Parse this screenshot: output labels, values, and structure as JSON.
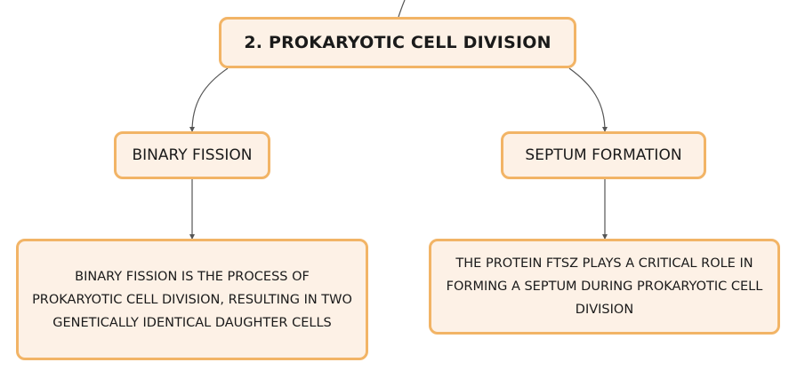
{
  "diagram": {
    "root": {
      "label": "2. PROKARYOTIC CELL DIVISION"
    },
    "branches": [
      {
        "label": "BINARY FISSION",
        "detail": "BINARY FISSION IS THE PROCESS OF PROKARYOTIC CELL DIVISION, RESULTING IN TWO GENETICALLY IDENTICAL DAUGHTER CELLS"
      },
      {
        "label": "SEPTUM FORMATION",
        "detail": "THE PROTEIN FTSZ PLAYS A CRITICAL ROLE IN FORMING A SEPTUM DURING PROKARYOTIC CELL DIVISION"
      }
    ],
    "colors": {
      "node_fill": "#fdf1e6",
      "node_border": "#f2b466",
      "connector": "#555555",
      "text": "#1a1a1a"
    }
  }
}
